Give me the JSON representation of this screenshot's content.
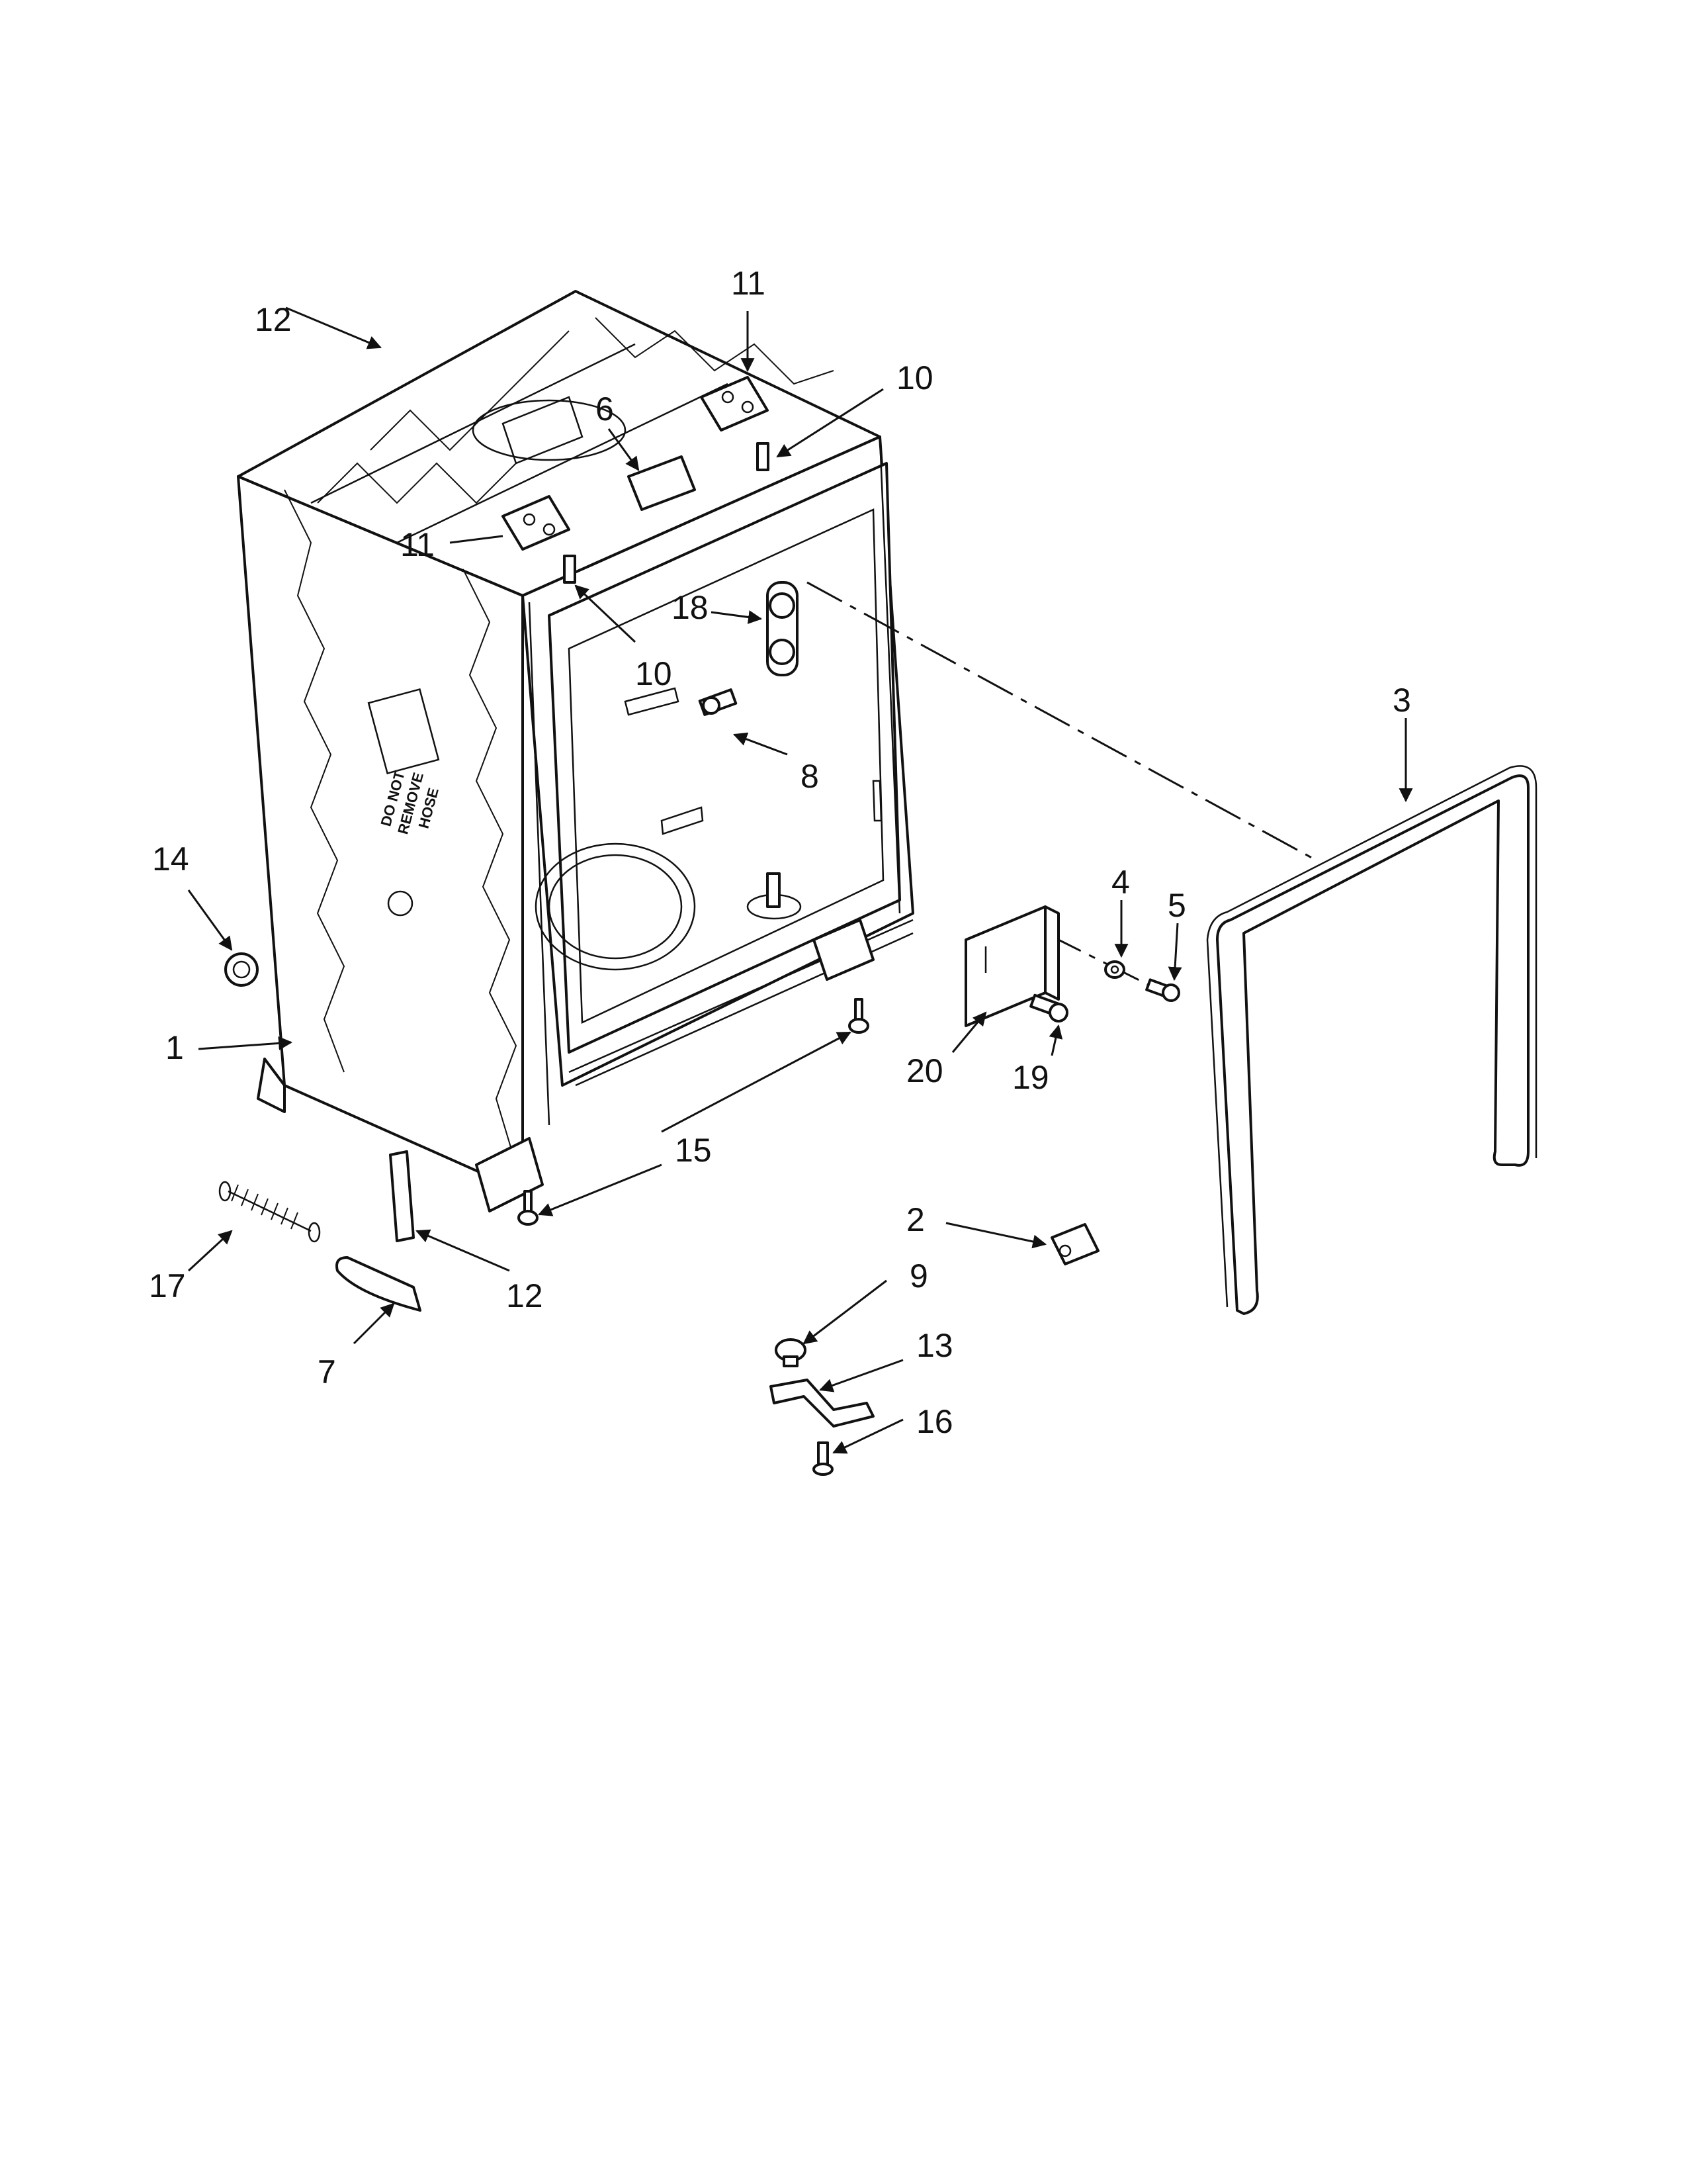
{
  "diagram": {
    "callouts": [
      "1",
      "2",
      "3",
      "4",
      "5",
      "6",
      "7",
      "8",
      "9",
      "10",
      "10",
      "11",
      "11",
      "12",
      "12",
      "13",
      "14",
      "15",
      "16",
      "17",
      "18",
      "19",
      "20"
    ],
    "warning_label": [
      "DO NOT",
      "REMOVE",
      "HOSE"
    ]
  }
}
